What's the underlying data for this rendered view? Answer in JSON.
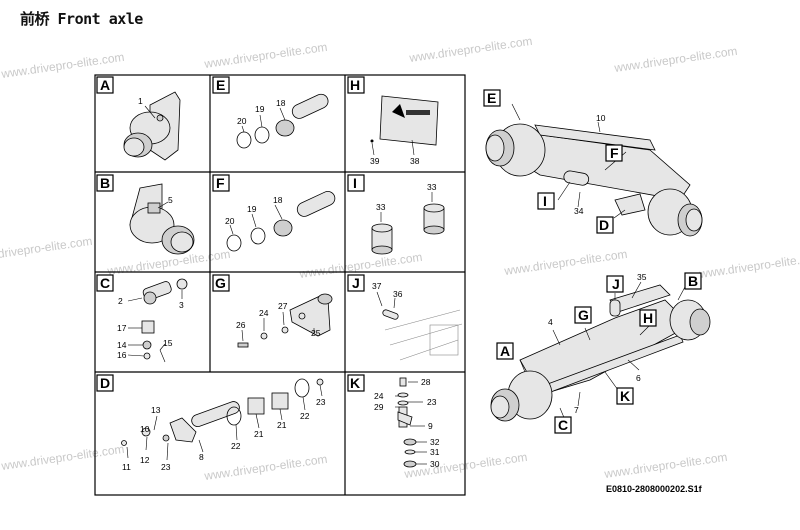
{
  "title": "前桥 Front axle",
  "watermark": "www.drivepro-elite.com",
  "reference_code": "E0810-2808000202.S1f",
  "panels": [
    {
      "letter": "A",
      "numbers": [
        "1"
      ]
    },
    {
      "letter": "E",
      "numbers": [
        "20",
        "19",
        "18"
      ]
    },
    {
      "letter": "H",
      "numbers": [
        "39",
        "38"
      ]
    },
    {
      "letter": "B",
      "numbers": [
        "5"
      ]
    },
    {
      "letter": "F",
      "numbers": [
        "20",
        "19",
        "18"
      ]
    },
    {
      "letter": "I",
      "numbers": [
        "33",
        "33"
      ]
    },
    {
      "letter": "C",
      "numbers": [
        "2",
        "3",
        "17",
        "14",
        "16",
        "15"
      ]
    },
    {
      "letter": "G",
      "numbers": [
        "26",
        "24",
        "27",
        "25"
      ]
    },
    {
      "letter": "J",
      "numbers": [
        "37",
        "36"
      ]
    },
    {
      "letter": "D",
      "numbers": [
        "13",
        "10",
        "12",
        "11",
        "23",
        "8",
        "22",
        "21",
        "21",
        "22",
        "23"
      ]
    },
    {
      "letter": "K",
      "numbers": [
        "28",
        "24",
        "29",
        "23",
        "9",
        "32",
        "31",
        "30"
      ]
    }
  ],
  "axle_upper": {
    "callouts": [
      "E",
      "F",
      "I",
      "D"
    ],
    "numbers": [
      "10",
      "34"
    ]
  },
  "axle_lower": {
    "callouts": [
      "J",
      "B",
      "G",
      "H",
      "A",
      "K",
      "C"
    ],
    "numbers": [
      "35",
      "4",
      "6",
      "7"
    ]
  }
}
